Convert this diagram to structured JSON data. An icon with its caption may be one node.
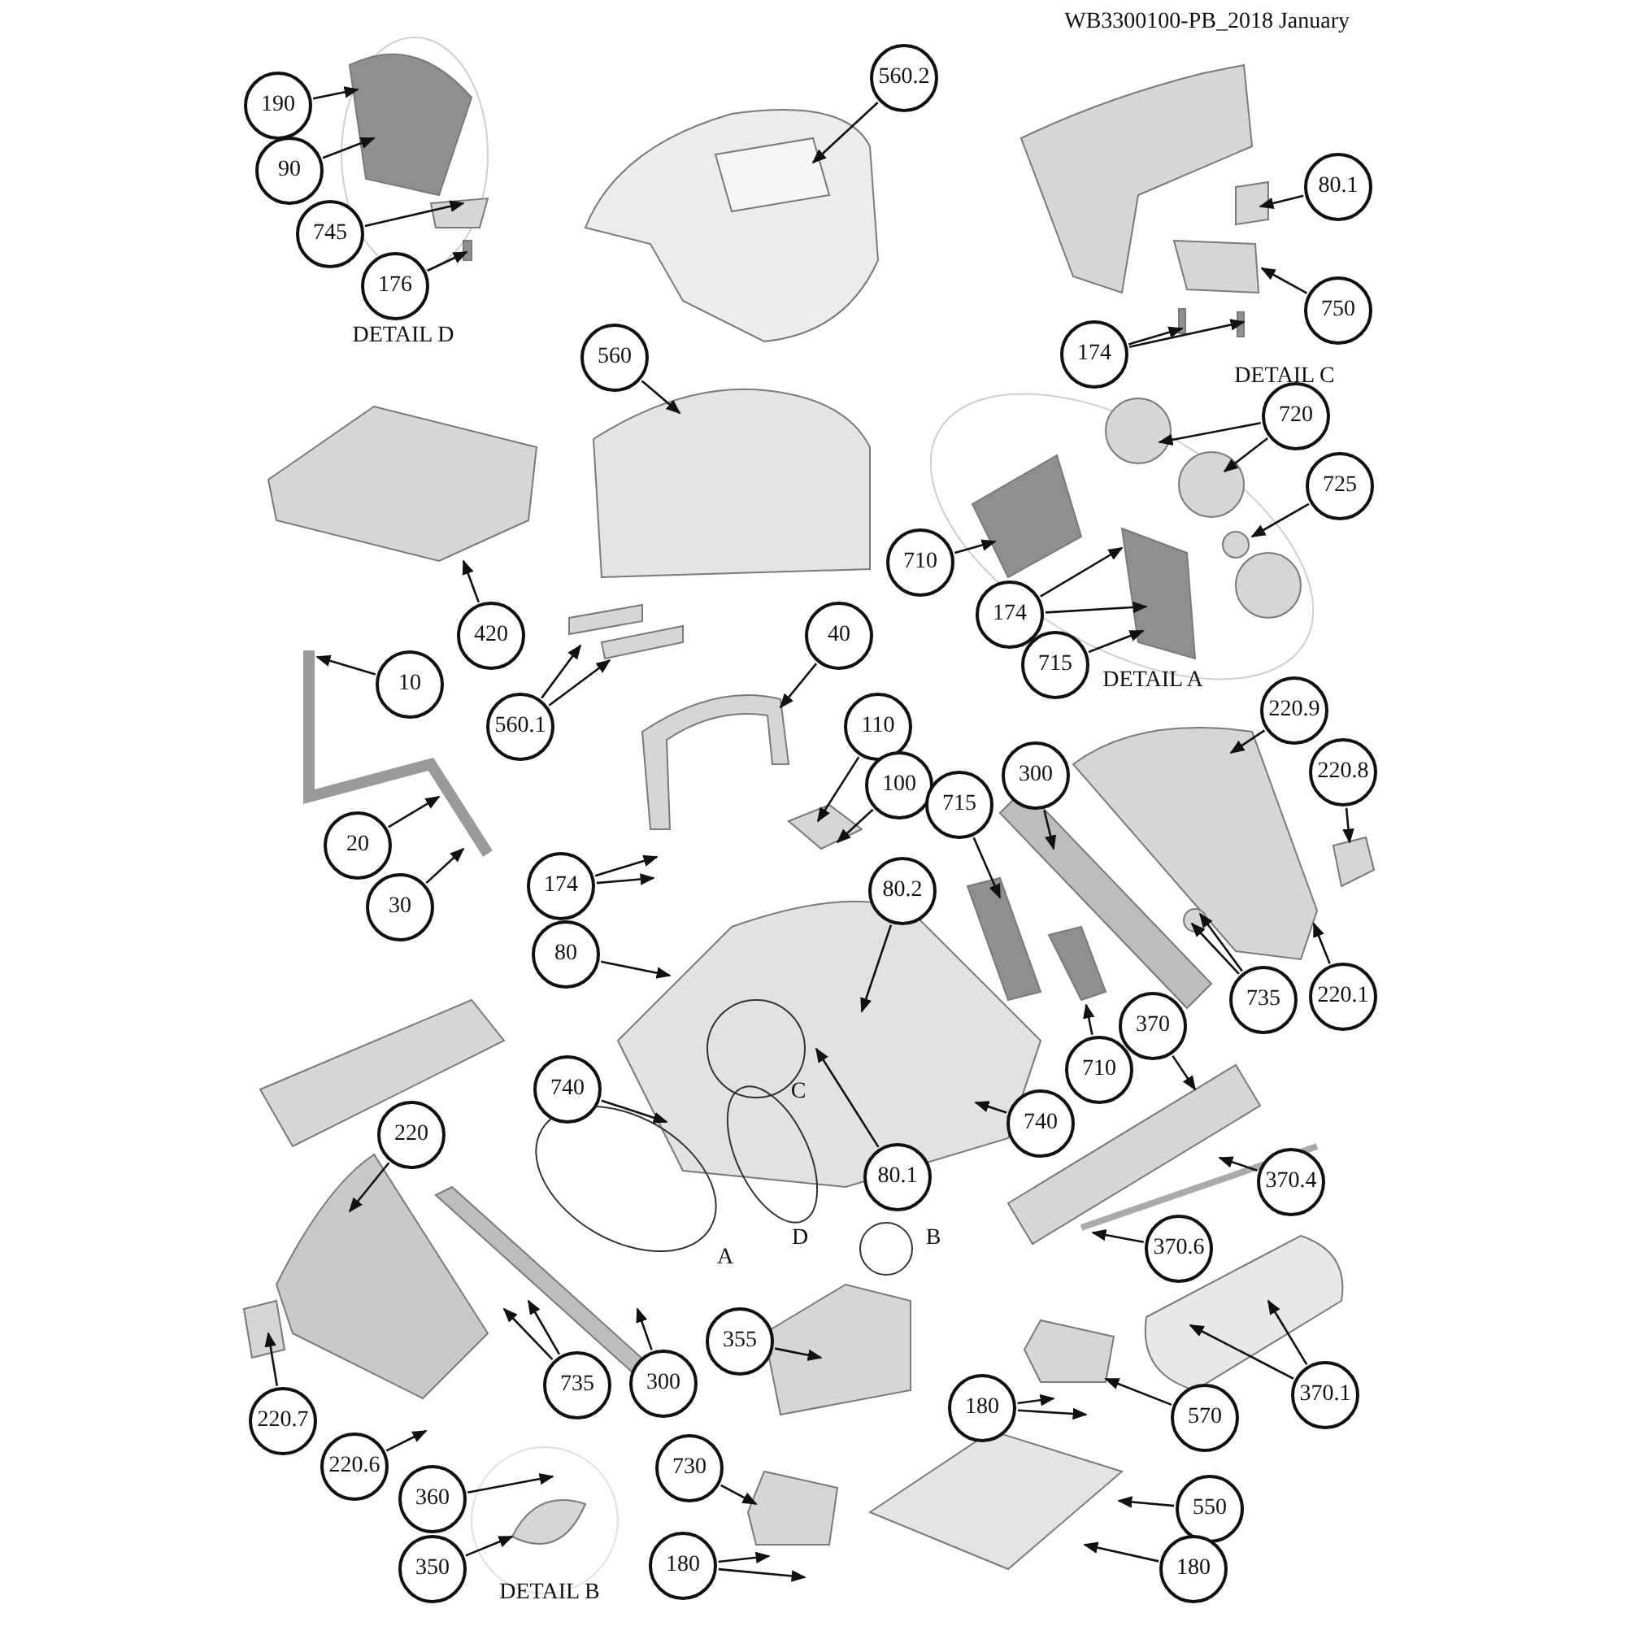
{
  "diagram": {
    "title": "WB3300100-PB_2018 January",
    "nodes": [
      {
        "text": [
          "190"
        ]
      },
      {
        "text": [
          "90"
        ]
      },
      {
        "text": [
          "560.2"
        ]
      },
      {
        "text": [
          "80.1"
        ]
      },
      {
        "text": [
          "745"
        ]
      },
      {
        "text": [
          "176"
        ]
      },
      {
        "text": [
          "750"
        ]
      },
      {
        "text": [
          "174"
        ]
      },
      {
        "text": [
          "560"
        ]
      },
      {
        "text": [
          "720"
        ]
      },
      {
        "text": [
          "725"
        ]
      },
      {
        "text": [
          "710"
        ]
      },
      {
        "text": [
          "174"
        ]
      },
      {
        "text": [
          "715"
        ]
      },
      {
        "text": [
          "420"
        ]
      },
      {
        "text": [
          "10"
        ]
      },
      {
        "text": [
          "560.1"
        ]
      },
      {
        "text": [
          "40"
        ]
      },
      {
        "text": [
          "220.9"
        ]
      },
      {
        "text": [
          "220.8"
        ]
      },
      {
        "text": [
          "110"
        ]
      },
      {
        "text": [
          "100"
        ]
      },
      {
        "text": [
          "300"
        ]
      },
      {
        "text": [
          "715"
        ]
      },
      {
        "text": [
          "80.2"
        ]
      },
      {
        "text": [
          "20"
        ]
      },
      {
        "text": [
          "30"
        ]
      },
      {
        "text": [
          "174"
        ]
      },
      {
        "text": [
          "80"
        ]
      },
      {
        "text": [
          "735"
        ]
      },
      {
        "text": [
          "220.1"
        ]
      },
      {
        "text": [
          "710"
        ]
      },
      {
        "text": [
          "370"
        ]
      },
      {
        "text": [
          "740"
        ]
      },
      {
        "text": [
          "740"
        ]
      },
      {
        "text": [
          "80.1"
        ]
      },
      {
        "text": [
          "220"
        ]
      },
      {
        "text": [
          "370.4"
        ]
      },
      {
        "text": [
          "370.6"
        ]
      },
      {
        "text": [
          "300"
        ]
      },
      {
        "text": [
          "735"
        ]
      },
      {
        "text": [
          "355"
        ]
      },
      {
        "text": [
          "370.1"
        ]
      },
      {
        "text": [
          "180"
        ]
      },
      {
        "text": [
          "570"
        ]
      },
      {
        "text": [
          "220.7"
        ]
      },
      {
        "text": [
          "220.6"
        ]
      },
      {
        "text": [
          "730"
        ]
      },
      {
        "text": [
          "360"
        ]
      },
      {
        "text": [
          "550"
        ]
      },
      {
        "text": [
          "350"
        ]
      },
      {
        "text": [
          "180"
        ]
      },
      {
        "text": [
          "180"
        ]
      }
    ],
    "edges": [
      {
        "from": 0,
        "to": null,
        "arrow": "to"
      },
      {
        "from": 1,
        "to": null,
        "arrow": "to"
      },
      {
        "from": 2,
        "to": null,
        "arrow": "to"
      },
      {
        "from": 3,
        "to": null,
        "arrow": "to"
      },
      {
        "from": 4,
        "to": null,
        "arrow": "to"
      },
      {
        "from": 5,
        "to": null,
        "arrow": "to"
      },
      {
        "from": 6,
        "to": null,
        "arrow": "to"
      },
      {
        "from": 7,
        "to": null,
        "arrow": "to"
      },
      {
        "from": 7,
        "to": null,
        "arrow": "to"
      },
      {
        "from": 8,
        "to": null,
        "arrow": "to"
      },
      {
        "from": 9,
        "to": null,
        "arrow": "to"
      },
      {
        "from": 9,
        "to": null,
        "arrow": "to"
      },
      {
        "from": 10,
        "to": null,
        "arrow": "to"
      },
      {
        "from": 11,
        "to": null,
        "arrow": "to"
      },
      {
        "from": 12,
        "to": null,
        "arrow": "to"
      },
      {
        "from": 12,
        "to": null,
        "arrow": "to"
      },
      {
        "from": 13,
        "to": null,
        "arrow": "to"
      },
      {
        "from": 14,
        "to": null,
        "arrow": "to"
      },
      {
        "from": 15,
        "to": null,
        "arrow": "to"
      },
      {
        "from": 16,
        "to": null,
        "arrow": "to"
      },
      {
        "from": 16,
        "to": null,
        "arrow": "to"
      },
      {
        "from": 17,
        "to": null,
        "arrow": "to"
      },
      {
        "from": 18,
        "to": null,
        "arrow": "to"
      },
      {
        "from": 19,
        "to": null,
        "arrow": "to"
      },
      {
        "from": 20,
        "to": null,
        "arrow": "to"
      },
      {
        "from": 21,
        "to": null,
        "arrow": "to"
      },
      {
        "from": 22,
        "to": null,
        "arrow": "to"
      },
      {
        "from": 23,
        "to": null,
        "arrow": "to"
      },
      {
        "from": 24,
        "to": null,
        "arrow": "to"
      },
      {
        "from": 25,
        "to": null,
        "arrow": "to"
      },
      {
        "from": 26,
        "to": null,
        "arrow": "to"
      },
      {
        "from": 27,
        "to": null,
        "arrow": "to"
      },
      {
        "from": 27,
        "to": null,
        "arrow": "to"
      },
      {
        "from": 28,
        "to": null,
        "arrow": "to"
      },
      {
        "from": 29,
        "to": null,
        "arrow": "to"
      },
      {
        "from": 29,
        "to": null,
        "arrow": "to"
      },
      {
        "from": 30,
        "to": null,
        "arrow": "to"
      },
      {
        "from": 31,
        "to": null,
        "arrow": "to"
      },
      {
        "from": 32,
        "to": null,
        "arrow": "to"
      },
      {
        "from": 33,
        "to": null,
        "arrow": "to"
      },
      {
        "from": 34,
        "to": null,
        "arrow": "to"
      },
      {
        "from": 35,
        "to": null,
        "arrow": "to"
      },
      {
        "from": 36,
        "to": null,
        "arrow": "to"
      },
      {
        "from": 37,
        "to": null,
        "arrow": "to"
      },
      {
        "from": 38,
        "to": null,
        "arrow": "to"
      },
      {
        "from": 39,
        "to": null,
        "arrow": "to"
      },
      {
        "from": 40,
        "to": null,
        "arrow": "to"
      },
      {
        "from": 40,
        "to": null,
        "arrow": "to"
      },
      {
        "from": 41,
        "to": null,
        "arrow": "to"
      },
      {
        "from": 42,
        "to": null,
        "arrow": "to"
      },
      {
        "from": 42,
        "to": null,
        "arrow": "to"
      },
      {
        "from": 43,
        "to": null,
        "arrow": "to"
      },
      {
        "from": 43,
        "to": null,
        "arrow": "to"
      },
      {
        "from": 44,
        "to": null,
        "arrow": "to"
      },
      {
        "from": 45,
        "to": null,
        "arrow": "to"
      },
      {
        "from": 46,
        "to": null,
        "arrow": "to"
      },
      {
        "from": 47,
        "to": null,
        "arrow": "to"
      },
      {
        "from": 48,
        "to": null,
        "arrow": "to"
      },
      {
        "from": 49,
        "to": null,
        "arrow": "to"
      },
      {
        "from": 50,
        "to": null,
        "arrow": "to"
      },
      {
        "from": 51,
        "to": null,
        "arrow": "to"
      },
      {
        "from": 51,
        "to": null,
        "arrow": "to"
      },
      {
        "from": 52,
        "to": null,
        "arrow": "to"
      }
    ],
    "labels": [
      "DETAIL D",
      "DETAIL C",
      "DETAIL A",
      "C",
      "A",
      "D",
      "B",
      "DETAIL B"
    ]
  }
}
